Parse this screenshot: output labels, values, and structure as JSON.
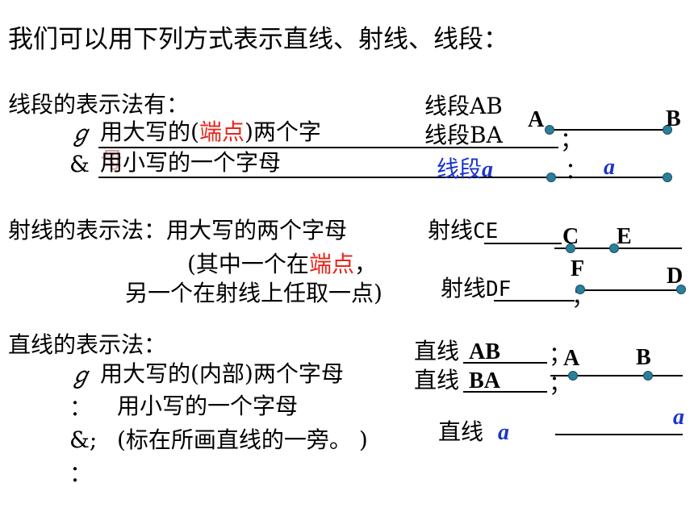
{
  "title": "我们可以用下列方式表示直线、射线、线段：",
  "segment": {
    "heading": "线段的表示法有：",
    "bullet1": "ℊ",
    "method1_a": "用大写的(",
    "method1_red": "端点",
    "method1_b": ")两个字",
    "method1_c": "母",
    "bullet2": "&",
    "method2": "用小写的一个字母",
    "example1": "线段AB",
    "example2": "线段BA",
    "example3_a": "线段",
    "example3_b": "a",
    "sep1": "；",
    "sep2": "：",
    "point_a": "A",
    "point_b": "B",
    "line_label": "a"
  },
  "ray": {
    "heading": "射线的表示法：用大写的两个字母",
    "name1_a": "射线",
    "name1_b": "CE",
    "note1_a": "(其中一个在",
    "note1_red": "端点",
    "note1_b": "，",
    "note2": "另一个在射线上任取一点)",
    "name2_a": "射线",
    "name2_b": "DF",
    "sep": "；",
    "point_c": "C",
    "point_e": "E",
    "point_f": "F",
    "point_d": "D"
  },
  "line": {
    "heading": "直线的表示法：",
    "bullet1": "ℊ",
    "method1": "用大写的(内部)两个字母",
    "colon1": "：",
    "method2": "用小写的一个字母",
    "bullet2": "&;",
    "note": "(标在所画直线的一旁。 )",
    "colon2": "：",
    "example1_a": "直线",
    "example1_b": "AB",
    "example2_a": "直线",
    "example2_b": "BA",
    "example3_a": "直线",
    "example3_b": "a",
    "sep1": "；",
    "sep2": "；",
    "point_a": "A",
    "point_b": "B",
    "line_label": "a"
  }
}
